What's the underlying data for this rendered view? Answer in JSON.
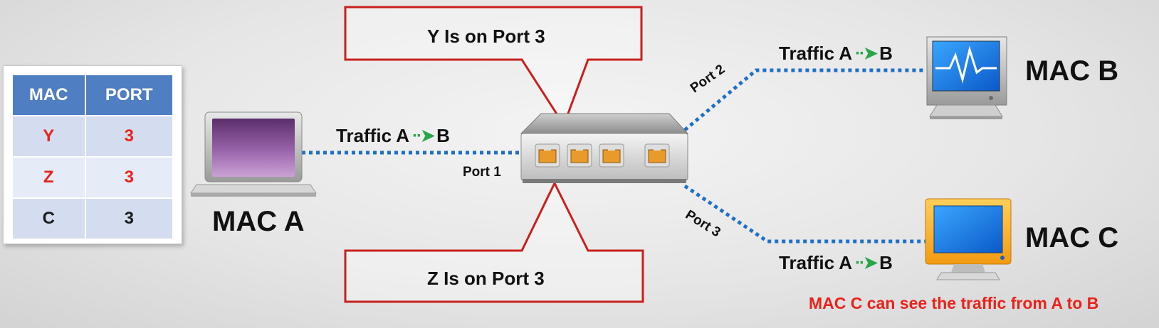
{
  "mac_table": {
    "headers": [
      "MAC",
      "PORT"
    ],
    "rows": [
      {
        "mac": "Y",
        "port": "3",
        "highlight": true
      },
      {
        "mac": "Z",
        "port": "3",
        "highlight": true
      },
      {
        "mac": "C",
        "port": "3",
        "highlight": false
      }
    ]
  },
  "hosts": {
    "mac_a": "MAC A",
    "mac_b": "MAC B",
    "mac_c": "MAC C"
  },
  "ports": {
    "port1": "Port 1",
    "port2": "Port 2",
    "port3": "Port 3"
  },
  "traffic": {
    "label_a": "Traffic A",
    "label_b": "B",
    "arrow": "··➤"
  },
  "callouts": {
    "top": "Y Is on Port 3",
    "bottom": "Z Is on Port 3"
  },
  "note": "MAC C can see the traffic from A to B",
  "colors": {
    "callout_border": "#c8201c",
    "link": "#1f6fc4",
    "table_header": "#4f7ec2",
    "highlight_text": "#e8231c",
    "arrow": "#2aa64a"
  }
}
